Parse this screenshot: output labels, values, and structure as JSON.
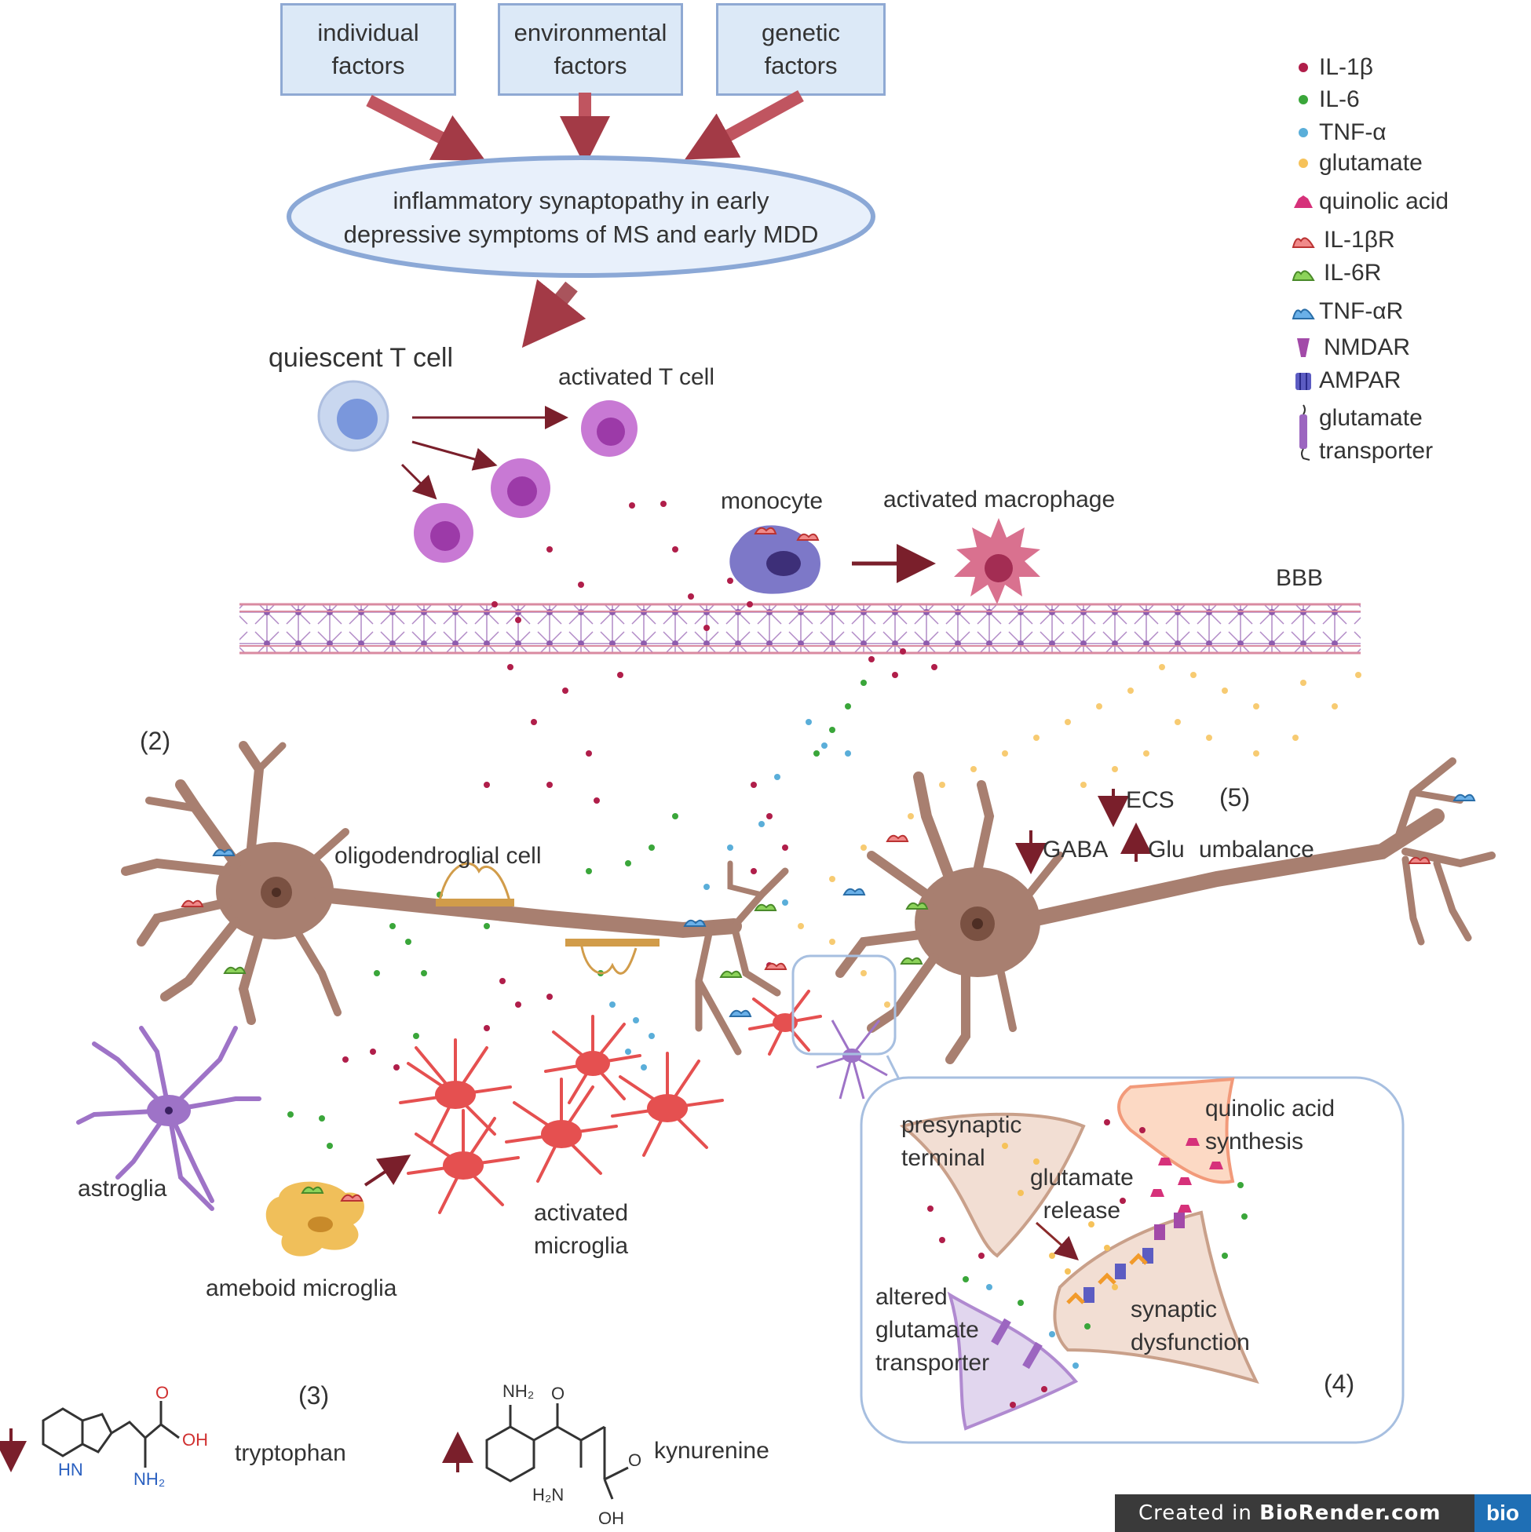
{
  "factors": [
    "individual\nfactors",
    "environmental\nfactors",
    "genetic\nfactors"
  ],
  "central": [
    "inflammatory synaptopathy in early",
    "depressive symptoms of MS and early MDD"
  ],
  "cells": {
    "quiescent_t": "quiescent T cell",
    "activated_t": "activated T cell",
    "monocyte": "monocyte",
    "macrophage": "activated macrophage",
    "bbb": "BBB",
    "oligo": "oligodendroglial cell",
    "astroglia": "astroglia",
    "ameboid": "ameboid microglia",
    "activated_microglia": "activated\nmicroglia"
  },
  "markers": {
    "m2": "(2)",
    "m3": "(3)",
    "m4": "(4)",
    "m5": "(5)"
  },
  "imbalance": {
    "ecs": "ECS",
    "gaba": "GABA",
    "glu": "Glu",
    "umbalance": "umbalance"
  },
  "inset": {
    "presynaptic": "presynaptic\nterminal",
    "quinolic_synthesis": "quinolic acid\nsynthesis",
    "glutamate_release": "glutamate\nrelease",
    "altered_transporter": "altered\nglutamate\ntransporter",
    "synaptic_dysfunction": "synaptic\ndysfunction"
  },
  "chemistry": {
    "tryptophan": "tryptophan",
    "kynurenine": "kynurenine",
    "atoms": {
      "o": "O",
      "oh": "OH",
      "hn": "HN",
      "nh2": "NH₂",
      "nh2_top": "NH₂",
      "h2n": "H₂N"
    }
  },
  "legend": [
    {
      "label": "IL-1β",
      "icon": "dot",
      "color": "#b01e4a"
    },
    {
      "label": "IL-6",
      "icon": "dot",
      "color": "#3aa63a"
    },
    {
      "label": "TNF-α",
      "icon": "dot",
      "color": "#5aaed9"
    },
    {
      "label": "glutamate",
      "icon": "dot",
      "color": "#f6c25a"
    },
    {
      "label": "quinolic acid",
      "icon": "trapezoid",
      "color": "#d6317a"
    },
    {
      "label": "IL-1βR",
      "icon": "receptor",
      "color": "#f08a8a"
    },
    {
      "label": "IL-6R",
      "icon": "receptor",
      "color": "#8cd35a"
    },
    {
      "label": "TNF-αR",
      "icon": "receptor",
      "color": "#6ab0e8"
    },
    {
      "label": "NMDAR",
      "icon": "nmdar",
      "color": "#a24aa8"
    },
    {
      "label": "AMPAR",
      "icon": "ampar",
      "color": "#5c5cc2"
    },
    {
      "label": "glutamate\ntransporter",
      "icon": "transporter",
      "color": "#9c66c0"
    }
  ],
  "credit": {
    "prefix": "Created in ",
    "brand": "BioRender.com",
    "logo": "bio"
  },
  "colors": {
    "arrow": "#a33a46",
    "neuron": "#a87f70",
    "microglia": "#e55050",
    "astro": "#9e73c7",
    "tcell": "#b565c6",
    "box_fill": "#dce9f7",
    "box_border": "#8fa9d3"
  }
}
